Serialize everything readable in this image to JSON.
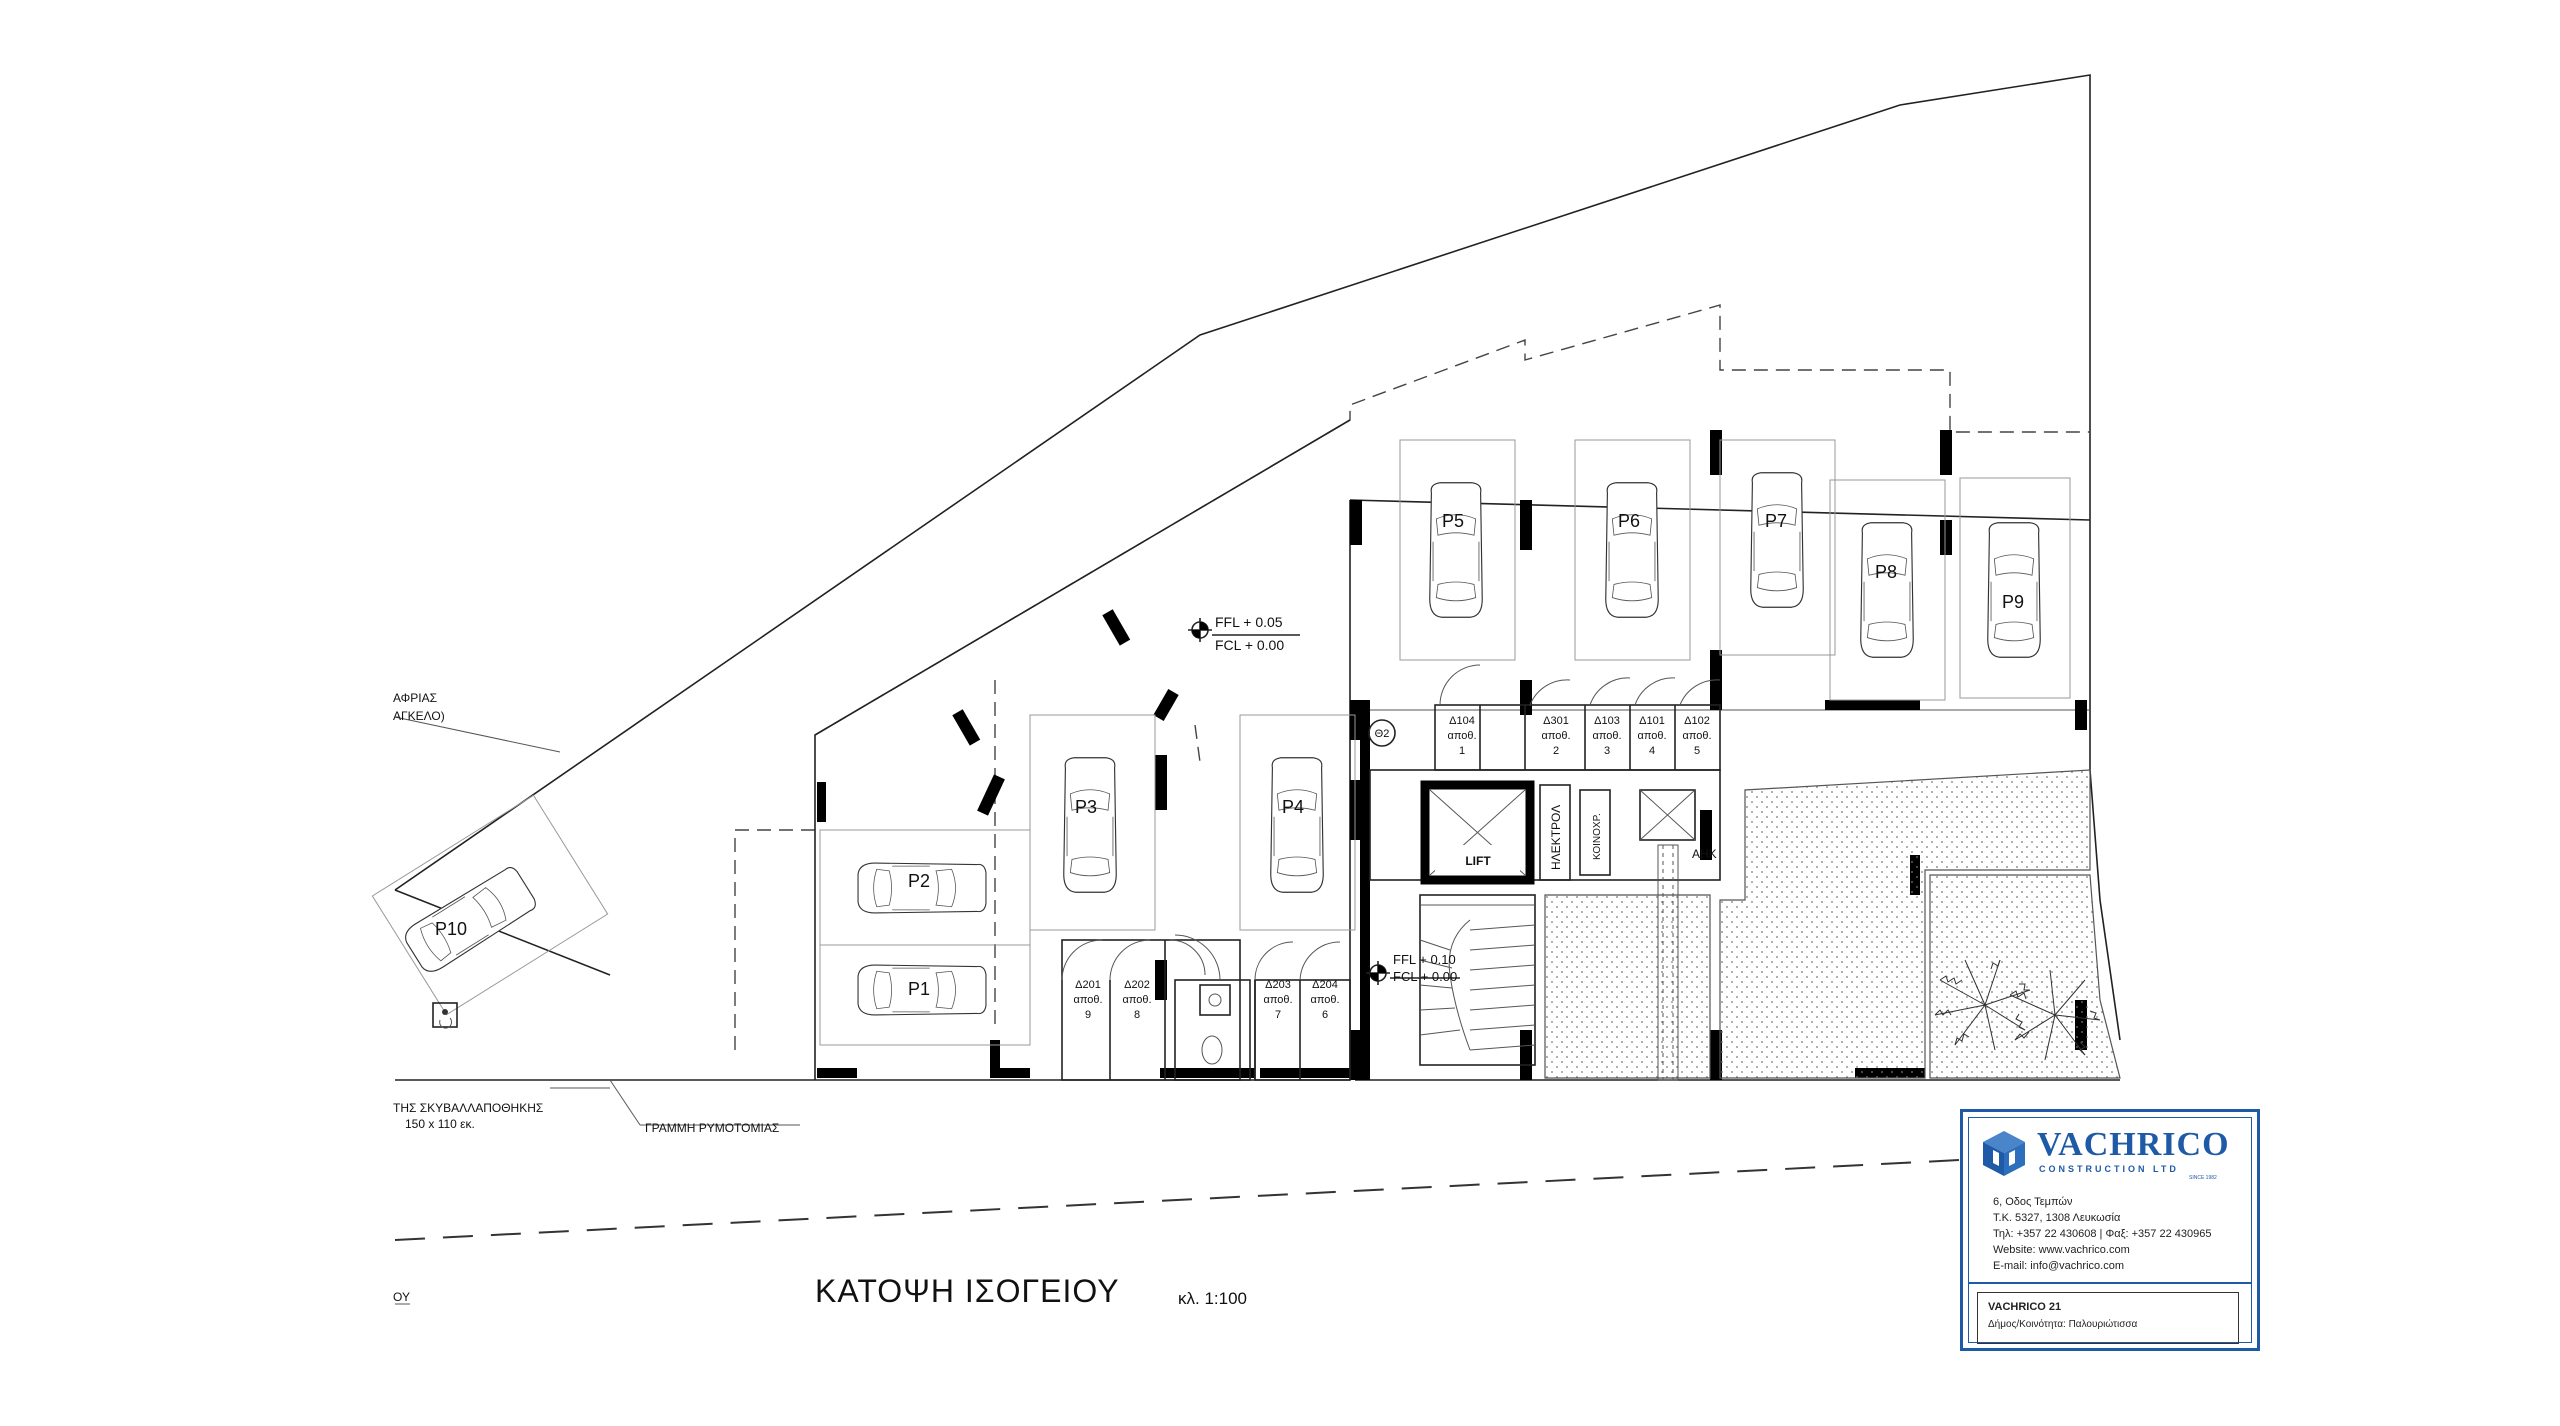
{
  "drawing": {
    "title": "ΚΑΤΟΨΗ ΙΣΟΓΕΙΟΥ",
    "scale": "κλ. 1:100",
    "left_label_1": "ΑΦΡΙΑΣ",
    "left_label_2": "ΑΓΚΕΛΟ)",
    "bin_label_1": "ΤΗΣ ΣΚΥΒΑΛΛΑΠΟΘΗΚΗΣ",
    "bin_label_2": "150 x 110 εκ.",
    "line_label": "ΓΡΑΜΜΗ ΡΥΜΟΤΟΜΙΑΣ",
    "edge_label": "ΟΥ"
  },
  "levels": {
    "upper_ffl": "FFL + 0.05",
    "upper_fcl": "FCL + 0.00",
    "lower_ffl": "FFL + 0.10",
    "lower_fcl": "FCL + 0.00"
  },
  "parking": [
    "P1",
    "P2",
    "P3",
    "P4",
    "P5",
    "P6",
    "P7",
    "P8",
    "P9",
    "P10"
  ],
  "storage_top": [
    {
      "code": "Δ104",
      "label": "αποθ.",
      "num": "1"
    },
    {
      "code": "Δ301",
      "label": "αποθ.",
      "num": "2"
    },
    {
      "code": "Δ103",
      "label": "αποθ.",
      "num": "3"
    },
    {
      "code": "Δ101",
      "label": "αποθ.",
      "num": "4"
    },
    {
      "code": "Δ102",
      "label": "αποθ.",
      "num": "5"
    }
  ],
  "storage_bottom": [
    {
      "code": "Δ201",
      "label": "αποθ.",
      "num": "9"
    },
    {
      "code": "Δ202",
      "label": "αποθ.",
      "num": "8"
    },
    {
      "code": "Δ203",
      "label": "αποθ.",
      "num": "7"
    },
    {
      "code": "Δ204",
      "label": "αποθ.",
      "num": "6"
    }
  ],
  "rooms": {
    "lift": "LIFT",
    "electrical": "ΗΛΕΚΤΡΟΛ",
    "common": "ΚΟΙΝΟΧΡ.",
    "ahk": "ΑΗΚ",
    "marker": "Θ2"
  },
  "titleblock": {
    "company": "VACHRICO",
    "company_sub": "CONSTRUCTION LTD",
    "since": "SINCE 1982",
    "address_1": "6, Οδος Τεμπών",
    "address_2": "Τ.Κ. 5327, 1308 Λευκωσία",
    "phone": "Τηλ: +357 22 430608 | Φαξ: +357 22 430965",
    "website": "Website: www.vachrico.com",
    "email": "E-mail: info@vachrico.com",
    "project": "VACHRICO 21",
    "location": "Δήμος/Κοινότητα: Παλουριώτισσα"
  },
  "colors": {
    "brand": "#1f5aa6"
  }
}
